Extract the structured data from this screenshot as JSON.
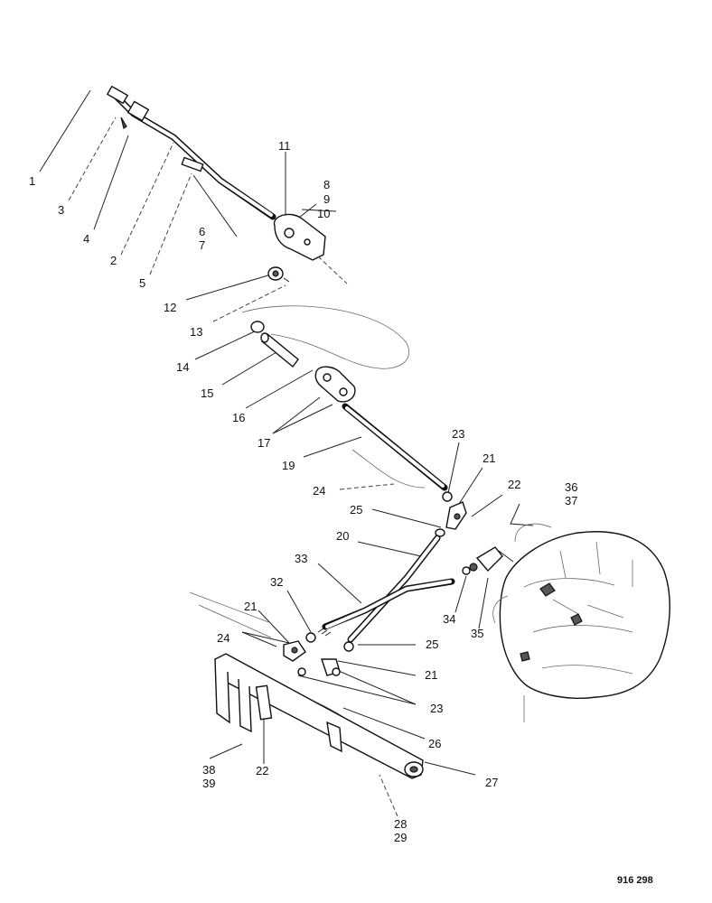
{
  "diagram": {
    "reference_number": "916 298",
    "callouts": [
      {
        "id": "c1",
        "text": "1"
      },
      {
        "id": "c3",
        "text": "3"
      },
      {
        "id": "c4",
        "text": "4"
      },
      {
        "id": "c2",
        "text": "2"
      },
      {
        "id": "c5",
        "text": "5"
      },
      {
        "id": "c6",
        "text": "6"
      },
      {
        "id": "c7",
        "text": "7"
      },
      {
        "id": "c11",
        "text": "11"
      },
      {
        "id": "c8",
        "text": "8"
      },
      {
        "id": "c9",
        "text": "9"
      },
      {
        "id": "c10",
        "text": "10"
      },
      {
        "id": "c12",
        "text": "12"
      },
      {
        "id": "c13",
        "text": "13"
      },
      {
        "id": "c14",
        "text": "14"
      },
      {
        "id": "c15",
        "text": "15"
      },
      {
        "id": "c16",
        "text": "16"
      },
      {
        "id": "c17",
        "text": "17"
      },
      {
        "id": "c19",
        "text": "19"
      },
      {
        "id": "c23a",
        "text": "23"
      },
      {
        "id": "c21a",
        "text": "21"
      },
      {
        "id": "c22a",
        "text": "22"
      },
      {
        "id": "c24a",
        "text": "24"
      },
      {
        "id": "c36",
        "text": "36"
      },
      {
        "id": "c37",
        "text": "37"
      },
      {
        "id": "c25a",
        "text": "25"
      },
      {
        "id": "c20",
        "text": "20"
      },
      {
        "id": "c33",
        "text": "33"
      },
      {
        "id": "c32",
        "text": "32"
      },
      {
        "id": "c34",
        "text": "34"
      },
      {
        "id": "c35",
        "text": "35"
      },
      {
        "id": "c21b",
        "text": "21"
      },
      {
        "id": "c24b",
        "text": "24"
      },
      {
        "id": "c25b",
        "text": "25"
      },
      {
        "id": "c21c",
        "text": "21"
      },
      {
        "id": "c23b",
        "text": "23"
      },
      {
        "id": "c26",
        "text": "26"
      },
      {
        "id": "c38",
        "text": "38"
      },
      {
        "id": "c39",
        "text": "39"
      },
      {
        "id": "c22b",
        "text": "22"
      },
      {
        "id": "c27",
        "text": "27"
      },
      {
        "id": "c28",
        "text": "28"
      },
      {
        "id": "c29",
        "text": "29"
      }
    ]
  }
}
